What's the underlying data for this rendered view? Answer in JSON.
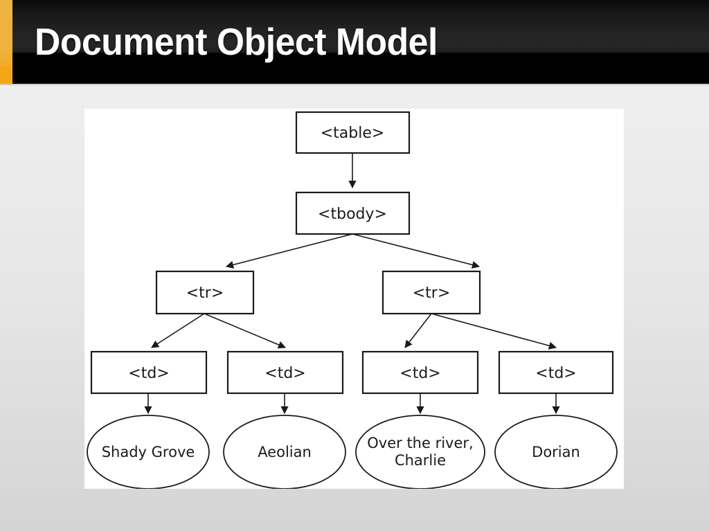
{
  "slide": {
    "title": "Document Object Model",
    "background_top_color": "#f2f2f2",
    "background_bottom_color": "#d4d4d4",
    "header_color": "#000000",
    "accent_color": "#f4a714",
    "title_color": "#ffffff"
  },
  "diagram": {
    "panel_background": "#ffffff",
    "stroke_color": "#1a1a1a",
    "type": "tree",
    "nodes": {
      "table": {
        "label": "<table>",
        "shape": "rect"
      },
      "tbody": {
        "label": "<tbody>",
        "shape": "rect"
      },
      "tr1": {
        "label": "<tr>",
        "shape": "rect"
      },
      "tr2": {
        "label": "<tr>",
        "shape": "rect"
      },
      "td1": {
        "label": "<td>",
        "shape": "rect"
      },
      "td2": {
        "label": "<td>",
        "shape": "rect"
      },
      "td3": {
        "label": "<td>",
        "shape": "rect"
      },
      "td4": {
        "label": "<td>",
        "shape": "rect"
      },
      "text1": {
        "label": "Shady Grove",
        "shape": "ellipse"
      },
      "text2": {
        "label": "Aeolian",
        "shape": "ellipse"
      },
      "text3_line1": {
        "label": "Over the river,",
        "shape": "ellipse"
      },
      "text3_line2": {
        "label": "Charlie",
        "shape": "ellipse"
      },
      "text4": {
        "label": "Dorian",
        "shape": "ellipse"
      }
    },
    "edges": [
      {
        "from": "table",
        "to": "tbody"
      },
      {
        "from": "tbody",
        "to": "tr1"
      },
      {
        "from": "tbody",
        "to": "tr2"
      },
      {
        "from": "tr1",
        "to": "td1"
      },
      {
        "from": "tr1",
        "to": "td2"
      },
      {
        "from": "tr2",
        "to": "td3"
      },
      {
        "from": "tr2",
        "to": "td4"
      },
      {
        "from": "td1",
        "to": "text1"
      },
      {
        "from": "td2",
        "to": "text2"
      },
      {
        "from": "td3",
        "to": "text3_line1"
      },
      {
        "from": "td4",
        "to": "text4"
      }
    ]
  }
}
